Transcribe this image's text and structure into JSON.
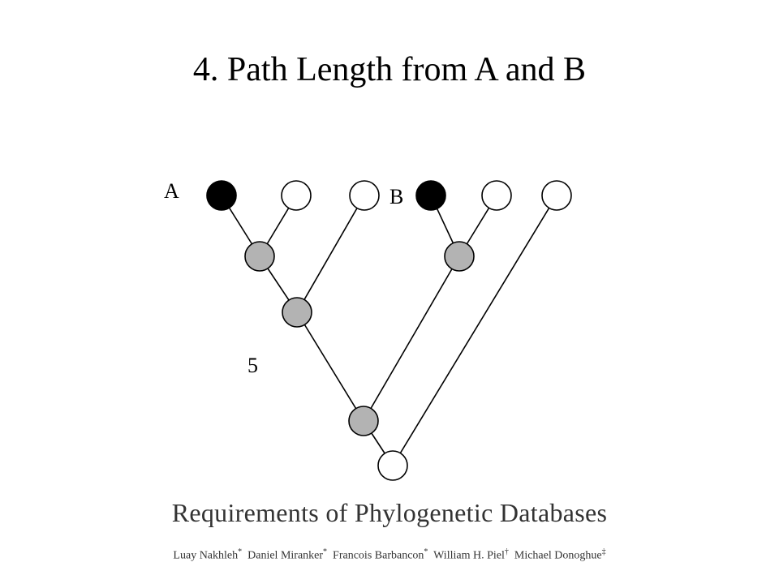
{
  "title": "4. Path Length from A and B",
  "labels": {
    "a": "A",
    "b": "B",
    "path_length": "5"
  },
  "footer": {
    "paper_title": "Requirements of Phylogenetic Databases",
    "authors": [
      {
        "name": "Luay Nakhleh",
        "mark": "*"
      },
      {
        "name": "Daniel Miranker",
        "mark": "*"
      },
      {
        "name": "Francois Barbancon",
        "mark": "*"
      },
      {
        "name": "William H. Piel",
        "mark": "†"
      },
      {
        "name": "Michael Donoghue",
        "mark": "‡"
      }
    ]
  },
  "colors": {
    "selected_leaf": "#000000",
    "path_node": "#b3b3b3",
    "other_node": "#ffffff",
    "edge": "#000000"
  }
}
